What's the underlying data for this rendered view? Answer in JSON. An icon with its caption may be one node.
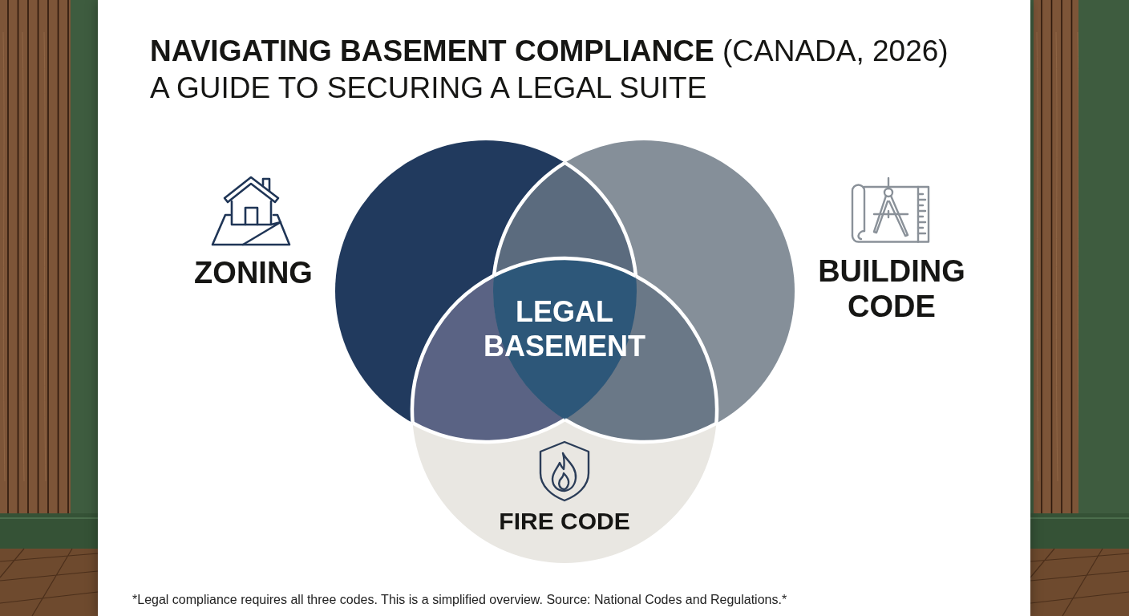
{
  "diagram": {
    "title": "**NAVIGATING BASEMENT COMPLIANCE** (CANADA, 2026)",
    "caption": "*Legal compliance requires all three codes. This is a simplified overview. Source: National Codes and Regulations.*",
    "nodes": [
      {
        "text": [
          "ZONING"
        ]
      },
      {
        "text": [
          "BUILDING CODE"
        ]
      },
      {
        "text": [
          "FIRE CODE"
        ]
      }
    ],
    "labels": [
      "A GUIDE TO SECURING A LEGAL SUITE",
      "LEGAL BASEMENT"
    ]
  }
}
